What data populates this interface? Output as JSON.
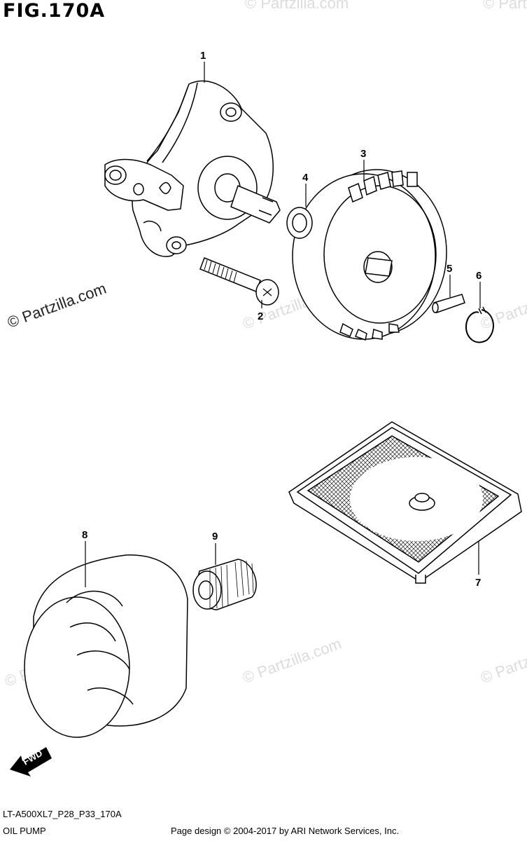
{
  "figure": {
    "title": "FIG.170A",
    "model_code": "LT-A500XL7_P28_P33_170A",
    "section_name": "OIL PUMP"
  },
  "watermark": {
    "main": "© Partzilla.com",
    "repeat": "© Partzilla.com"
  },
  "callouts": {
    "p1": "1",
    "p2": "2",
    "p3": "3",
    "p4": "4",
    "p5": "5",
    "p6": "6",
    "p7": "7",
    "p8": "8",
    "p9": "9"
  },
  "fwd": {
    "label": "FWD",
    "icon": "arrow-left-down-icon"
  },
  "footer": {
    "credit": "Page design © 2004-2017 by ARI Network Services, Inc."
  }
}
